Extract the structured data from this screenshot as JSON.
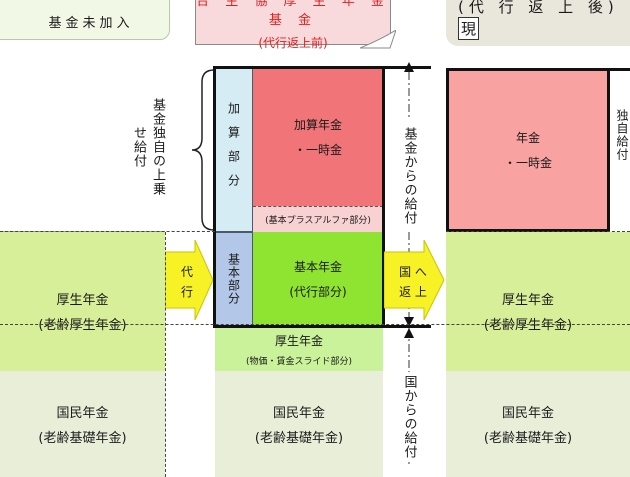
{
  "notes": {
    "left": "基金未加入",
    "middle_line1": "合 主 協 厚 生 年 金 基 金",
    "middle_line2": "(代行返上前)",
    "right_main": "(代 行 返 上 後)",
    "right_box": "現"
  },
  "bracket_label": "基金独自の上乗せ給付",
  "col1": {
    "kosei_line1": "厚生年金",
    "kosei_line2": "(老齢厚生年金)",
    "kokumin_line1": "国民年金",
    "kokumin_line2": "(老齢基礎年金)"
  },
  "arrow1": {
    "top": "代",
    "bottom": "行"
  },
  "col2": {
    "kasan_side": "加算部分",
    "kasan_line1": "加算年金",
    "kasan_line2": "・一時金",
    "plus_alpha": "(基本プラスアルファ部分)",
    "kihon_side": "基本部分",
    "kihon_line1": "基本年金",
    "kihon_line2": "(代行部分)",
    "slide_line1": "厚生年金",
    "slide_line2": "(物価・賃金スライド部分)",
    "kokumin_line1": "国民年金",
    "kokumin_line2": "(老齢基礎年金)"
  },
  "fund_pay_label": "基金からの給付",
  "state_pay_label": "国からの給付",
  "arrow2": {
    "row1": "国 へ",
    "row2": "返 上"
  },
  "col3": {
    "nenkin_line1": "年金",
    "nenkin_line2": "・一時金",
    "edge_text": "独自給付",
    "kosei_line1": "厚生年金",
    "kosei_line2": "(老齢厚生年金)",
    "kokumin_line1": "国民年金",
    "kokumin_line2": "(老齢基礎年金)"
  },
  "colors": {
    "light_green": "#d8ef9a",
    "pale_green": "#e9eed9",
    "red": "#f07478",
    "pink": "#f8a2a2",
    "bright_green": "#8fe331",
    "slide_green": "#c9f29a",
    "light_blue": "#d5ecf4",
    "blue": "#b3c7e8",
    "yellow": "#f7f225"
  }
}
